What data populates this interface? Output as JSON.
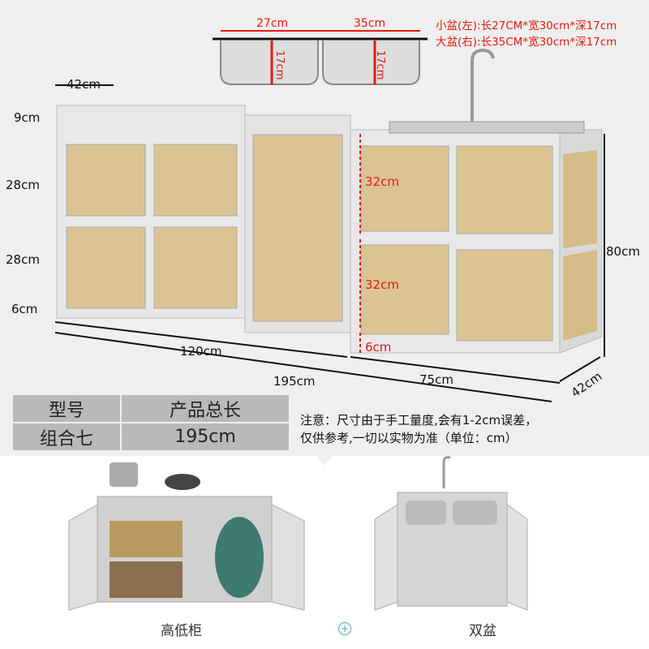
{
  "sink_dimensions": {
    "left_width": "27cm",
    "right_width": "35cm",
    "left_depth": "17cm",
    "right_depth": "17cm",
    "small_basin_spec": "小盆(左):长27CM*宽30cm*深17cm",
    "large_basin_spec": "大盆(右):长35CM*宽30cm*深17cm"
  },
  "cabinet_dimensions": {
    "left_depth": "42cm",
    "top_rail": "9cm",
    "upper_door": "28cm",
    "lower_door": "28cm",
    "leg": "6cm",
    "left_length": "120cm",
    "total_length": "195cm",
    "right_length": "75cm",
    "right_depth": "42cm",
    "height": "80cm",
    "right_upper_door": "32cm",
    "right_lower_door": "32cm",
    "right_leg": "6cm"
  },
  "spec_table": {
    "headers": [
      "型号",
      "产品总长"
    ],
    "row": [
      "组合七",
      "195cm"
    ]
  },
  "note": {
    "line1": "注意：尺寸由于手工量度,会有1-2cm误差，",
    "line2": "仅供参考,一切以实物为准（单位：cm）"
  },
  "photos": {
    "left_caption": "高低柜",
    "right_caption": "双盆"
  },
  "colors": {
    "accent_red": "#e31b0e",
    "panel": "#d8c08a"
  }
}
